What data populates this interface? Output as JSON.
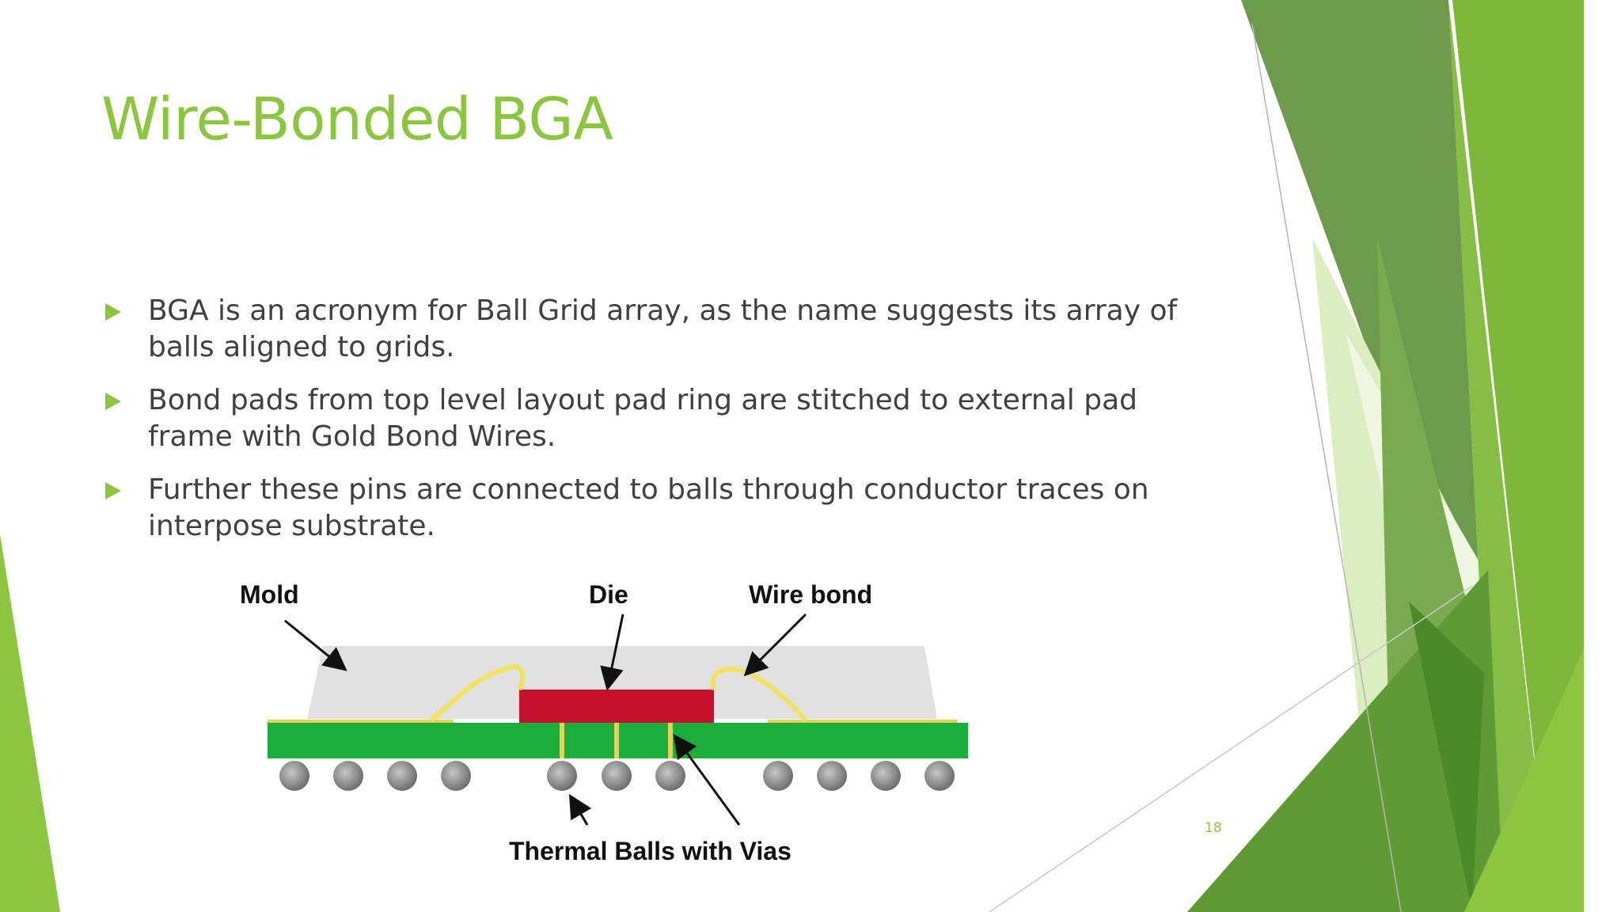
{
  "slide": {
    "title": "Wire-Bonded BGA",
    "bullets": [
      "BGA is an acronym for Ball Grid array, as the name suggests its array of balls aligned to grids.",
      "Bond pads from top level layout pad ring are stitched to external pad frame with Gold Bond Wires.",
      "Further these pins are connected to balls through conductor traces on interpose substrate."
    ],
    "slide_number": "18"
  },
  "figure": {
    "labels": {
      "mold": "Mold",
      "die": "Die",
      "wire_bond": "Wire bond",
      "thermal": "Thermal Balls with Vias"
    }
  },
  "colors": {
    "accent": "#8cc63f",
    "text": "#404040",
    "substrate": "#1cae3c",
    "die": "#c8102e",
    "wire": "#f2e35c",
    "mold": "#e1e1e1",
    "ball": "#8a8a8a"
  }
}
